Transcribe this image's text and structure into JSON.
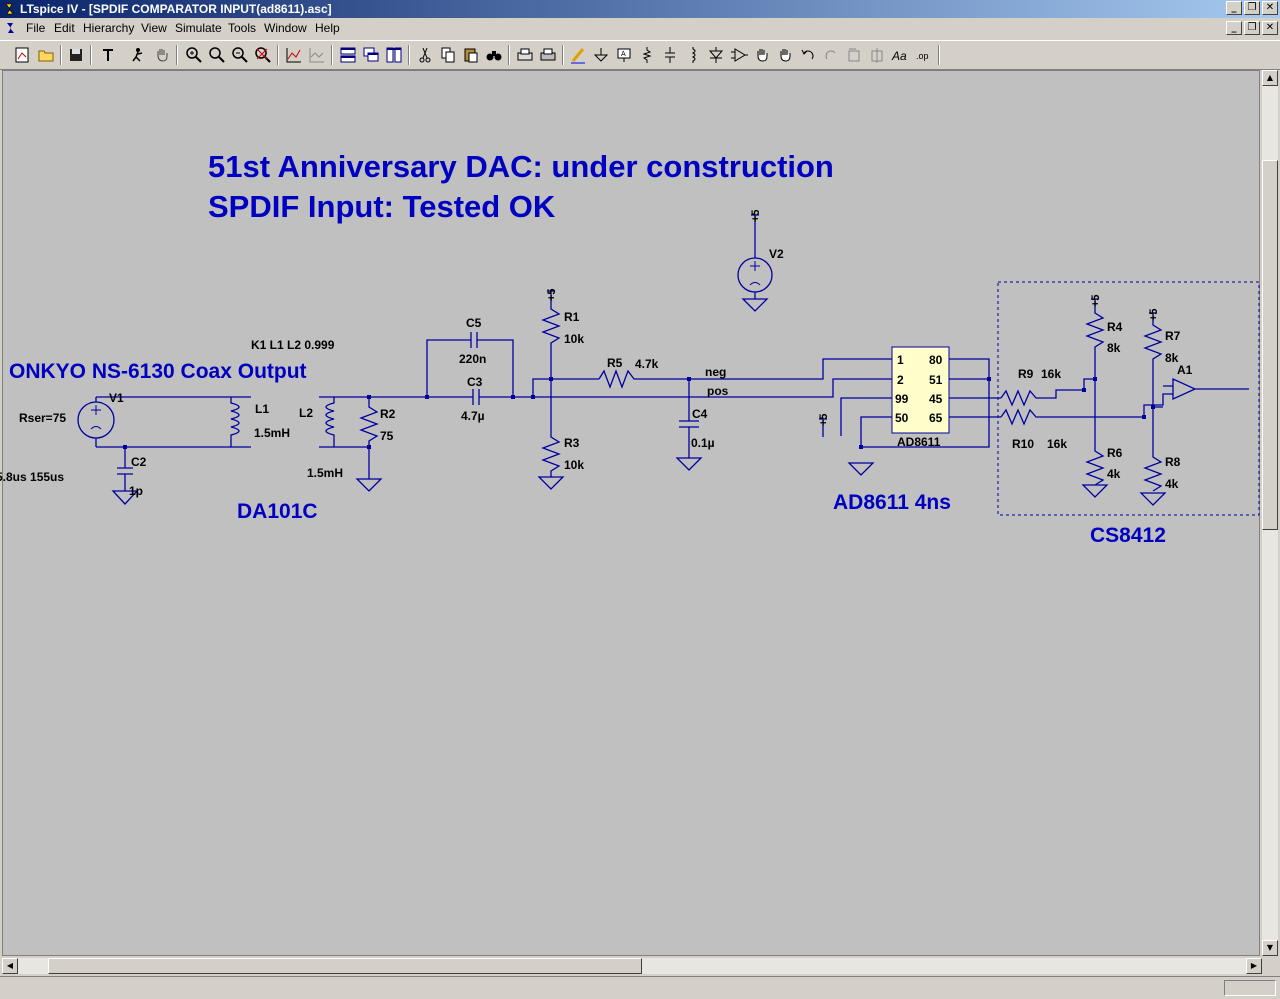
{
  "window": {
    "title": "LTspice IV - [SPDIF COMPARATOR INPUT(ad8611).asc]"
  },
  "menu": [
    "File",
    "Edit",
    "Hierarchy",
    "View",
    "Simulate",
    "Tools",
    "Window",
    "Help"
  ],
  "window_buttons": {
    "minimize": "_",
    "restore": "❐",
    "close": "✕"
  },
  "toolbar_icons": [
    "new-schematic-icon",
    "open-icon",
    "save-icon",
    "control-panel-icon",
    "run-icon",
    "pan-icon",
    "zoom-in-icon",
    "zoom-rect-icon",
    "zoom-out-icon",
    "zoom-fit-icon",
    "waveform-icon",
    "autorange-icon",
    "tile-horizontal-icon",
    "cascade-icon",
    "tile-vertical-icon",
    "cut-icon",
    "copy-icon",
    "paste-icon",
    "find-icon",
    "print-setup-icon",
    "print-icon",
    "draw-wire-icon",
    "ground-icon",
    "label-net-icon",
    "resistor-icon",
    "capacitor-icon",
    "inductor-icon",
    "diode-icon",
    "component-icon",
    "move-icon",
    "drag-icon",
    "undo-icon",
    "redo-icon",
    "rotate-icon",
    "mirror-icon",
    "text-icon",
    "spice-directive-icon"
  ],
  "schematic": {
    "title_line1": "51st Anniversary DAC: under construction",
    "title_line2": "SPDIF Input: Tested OK",
    "source_label": "ONKYO NS-6130 Coax Output",
    "coupling": "K1 L1 L2 0.999",
    "transformer_label": "DA101C",
    "comparator_label": "AD8611 4ns",
    "receiver_label": "CS8412",
    "components": {
      "V1": "V1",
      "Rser": "Rser=75",
      "V1_value": "5.8us 155us",
      "C2": "C2",
      "C2_value": "1p",
      "L1": "L1",
      "L1_value": "1.5mH",
      "L2": "L2",
      "L2_value": "1.5mH",
      "R2": "R2",
      "R2_value": "75",
      "C5": "C5",
      "C5_value": "220n",
      "C3": "C3",
      "C3_value": "4.7µ",
      "R1": "R1",
      "R1_value": "10k",
      "R3": "R3",
      "R3_value": "10k",
      "R5": "R5",
      "R5_value": "4.7k",
      "C4": "C4",
      "C4_value": "0.1µ",
      "V2": "V2",
      "R9": "R9",
      "R9_value": "16k",
      "R10": "R10",
      "R10_value": "16k",
      "R4": "R4",
      "R4_value": "8k",
      "R6": "R6",
      "R6_value": "4k",
      "R7": "R7",
      "R7_value": "8k",
      "R8": "R8",
      "R8_value": "4k",
      "A1": "A1",
      "AD8611": "AD8611"
    },
    "pins": [
      "1",
      "80",
      "2",
      "51",
      "99",
      "45",
      "50",
      "65"
    ],
    "nets": {
      "neg": "neg",
      "pos": "pos",
      "supply": "+5"
    }
  },
  "colors": {
    "wire": "#0000a0",
    "title_text": "#0000c0",
    "canvas": "#c0c0c0",
    "ic_fill": "#ffffcc"
  }
}
